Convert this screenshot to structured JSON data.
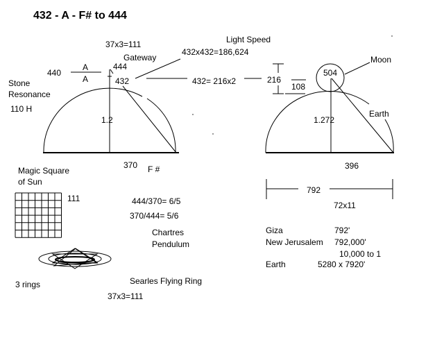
{
  "title": "432 - A - F# to 444",
  "left_dome": {
    "top_eq": "37x3=111",
    "gateway": "Gateway",
    "light_calc": "432x432=186,624",
    "light_speed": "Light Speed",
    "half": "432= 216x2",
    "v440": "440",
    "note_a1": "A",
    "note_a2": "A",
    "v444": "444",
    "v432": "432",
    "stone": "Stone",
    "resonance": "Resonance",
    "hz": "110 H",
    "height": "1.2",
    "base": "370",
    "note_fsharp": "F #"
  },
  "right_dome": {
    "v216": "216",
    "v108": "108",
    "v504": "504",
    "moon": "Moon",
    "earth": "Earth",
    "height": "1.272",
    "base": "396",
    "width": "792",
    "factor": "72x11"
  },
  "facts": [
    {
      "label": "Giza",
      "value": "792'"
    },
    {
      "label": "New Jerusalem",
      "value": "792,000'"
    },
    {
      "label": "",
      "value": "10,000 to 1"
    },
    {
      "label": "Earth",
      "value": "5280 x 7920'"
    }
  ],
  "lower": {
    "magic1": "Magic Square",
    "magic2": "of Sun",
    "magic_sum": "111",
    "ratio1": "444/370= 6/5",
    "ratio2": "370/444= 5/6",
    "chartres1": "Chartres",
    "chartres2": "Pendulum",
    "rings": "3 rings",
    "searles": "Searles Flying Ring",
    "bottom_eq": "37x3=111"
  }
}
